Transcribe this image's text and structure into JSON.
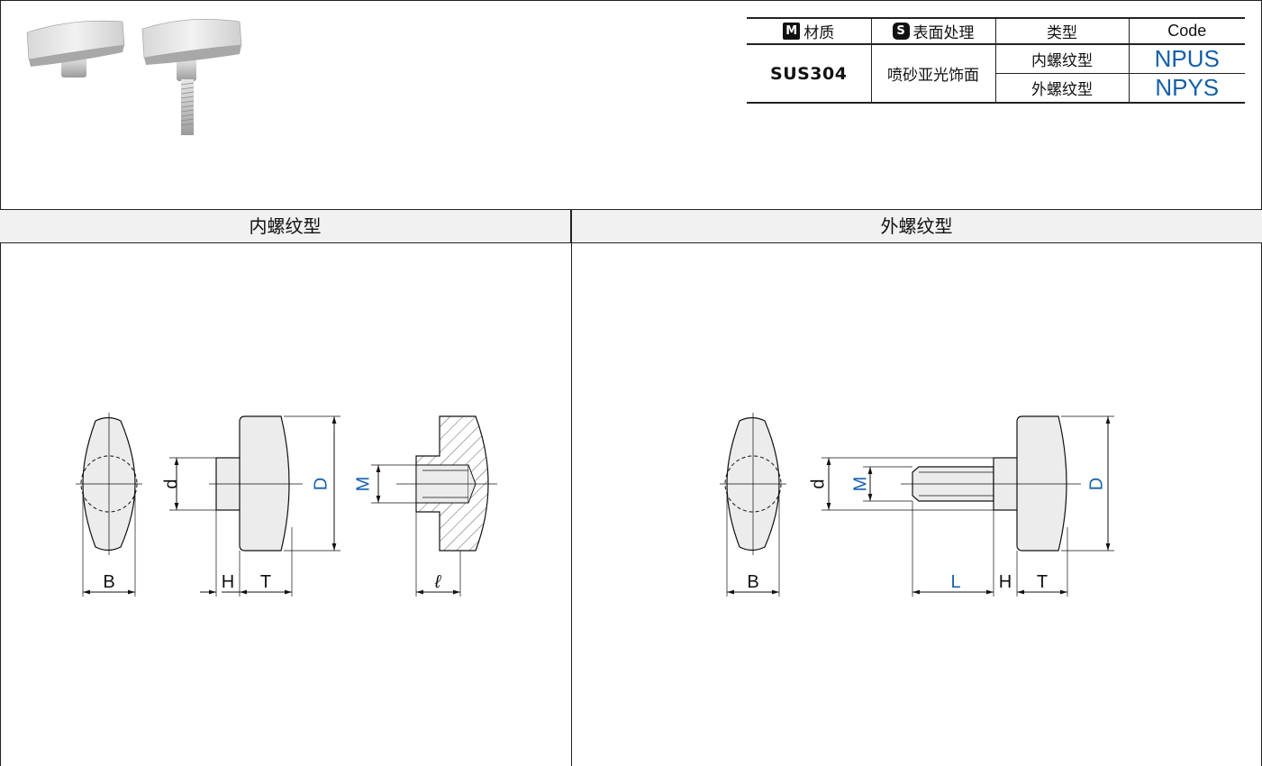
{
  "table": {
    "headers": {
      "material": {
        "badge": "M",
        "label": "材质"
      },
      "finish": {
        "badge": "S",
        "label": "表面处理"
      },
      "type": "类型",
      "code": "Code"
    },
    "material": "SUS304",
    "finish": "喷砂亚光饰面",
    "rows": [
      {
        "type": "内螺纹型",
        "code": "NPUS"
      },
      {
        "type": "外螺纹型",
        "code": "NPYS"
      }
    ]
  },
  "sections": {
    "left_title": "内螺纹型",
    "right_title": "外螺纹型"
  },
  "dimensions": {
    "B": "B",
    "H": "H",
    "T": "T",
    "D": "D",
    "d": "d",
    "M": "M",
    "l": "ℓ",
    "L": "L"
  },
  "colors": {
    "accent": "#1460a8",
    "line": "#222222",
    "header_bg": "#f1f1f1"
  }
}
